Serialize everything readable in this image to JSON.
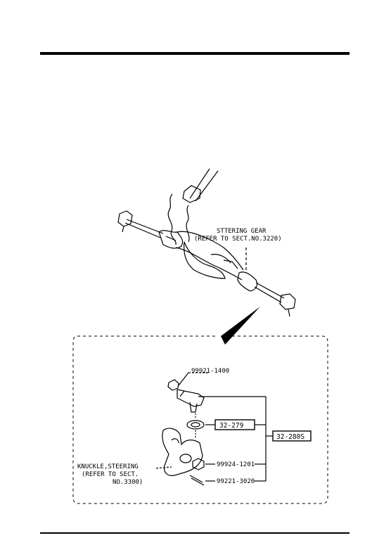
{
  "steering_gear": {
    "line1": "STTERING GEAR",
    "line2": "(REFER TO SECT.NO.3220)"
  },
  "knuckle": {
    "line1": "KNUCKLE,STEERING",
    "line2": "(REFER TO SECT.",
    "line3": "NO.3300)"
  },
  "parts": {
    "nut_top": "99921-1400",
    "tie_rod_end": "32-279",
    "assembly": "32-280S",
    "nut_lower": "99924-1201",
    "cotter_pin": "99221-3020"
  }
}
